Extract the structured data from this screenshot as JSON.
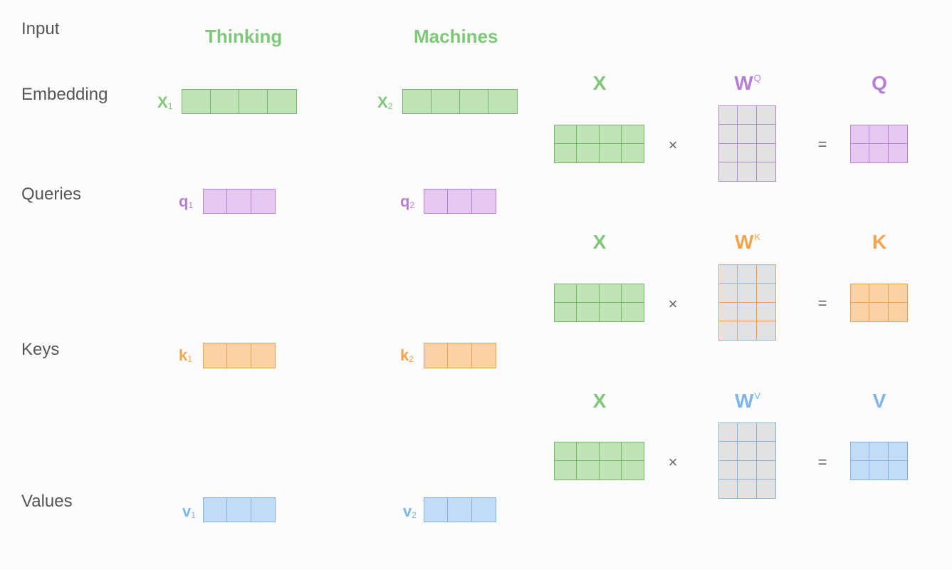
{
  "rows": {
    "input": "Input",
    "embedding": "Embedding",
    "queries": "Queries",
    "keys": "Keys",
    "values": "Values"
  },
  "words": [
    "Thinking",
    "Machines"
  ],
  "vectors": {
    "x1": "X",
    "x1_sub": "1",
    "x2": "X",
    "x2_sub": "2",
    "q1": "q",
    "q1_sub": "1",
    "q2": "q",
    "q2_sub": "2",
    "k1": "k",
    "k1_sub": "1",
    "k2": "k",
    "k2_sub": "2",
    "v1": "v",
    "v1_sub": "1",
    "v2": "v",
    "v2_sub": "2"
  },
  "matrices": {
    "q_row": {
      "input": "X",
      "weight": "W",
      "weight_sup": "Q",
      "output": "Q",
      "times": "×",
      "equals": "="
    },
    "k_row": {
      "input": "X",
      "weight": "W",
      "weight_sup": "K",
      "output": "K",
      "times": "×",
      "equals": "="
    },
    "v_row": {
      "input": "X",
      "weight": "W",
      "weight_sup": "V",
      "output": "V",
      "times": "×",
      "equals": "="
    }
  },
  "colors": {
    "green_fill": "#bfe3b4",
    "green_border": "#74b46b",
    "purple_fill": "#e6c8f2",
    "purple_border": "#b685d1",
    "orange_fill": "#fbd2a5",
    "orange_border": "#eaa25a",
    "blue_fill": "#c3dcf6",
    "blue_border": "#86b2e0",
    "weight_fill": "#e2e2e2"
  }
}
